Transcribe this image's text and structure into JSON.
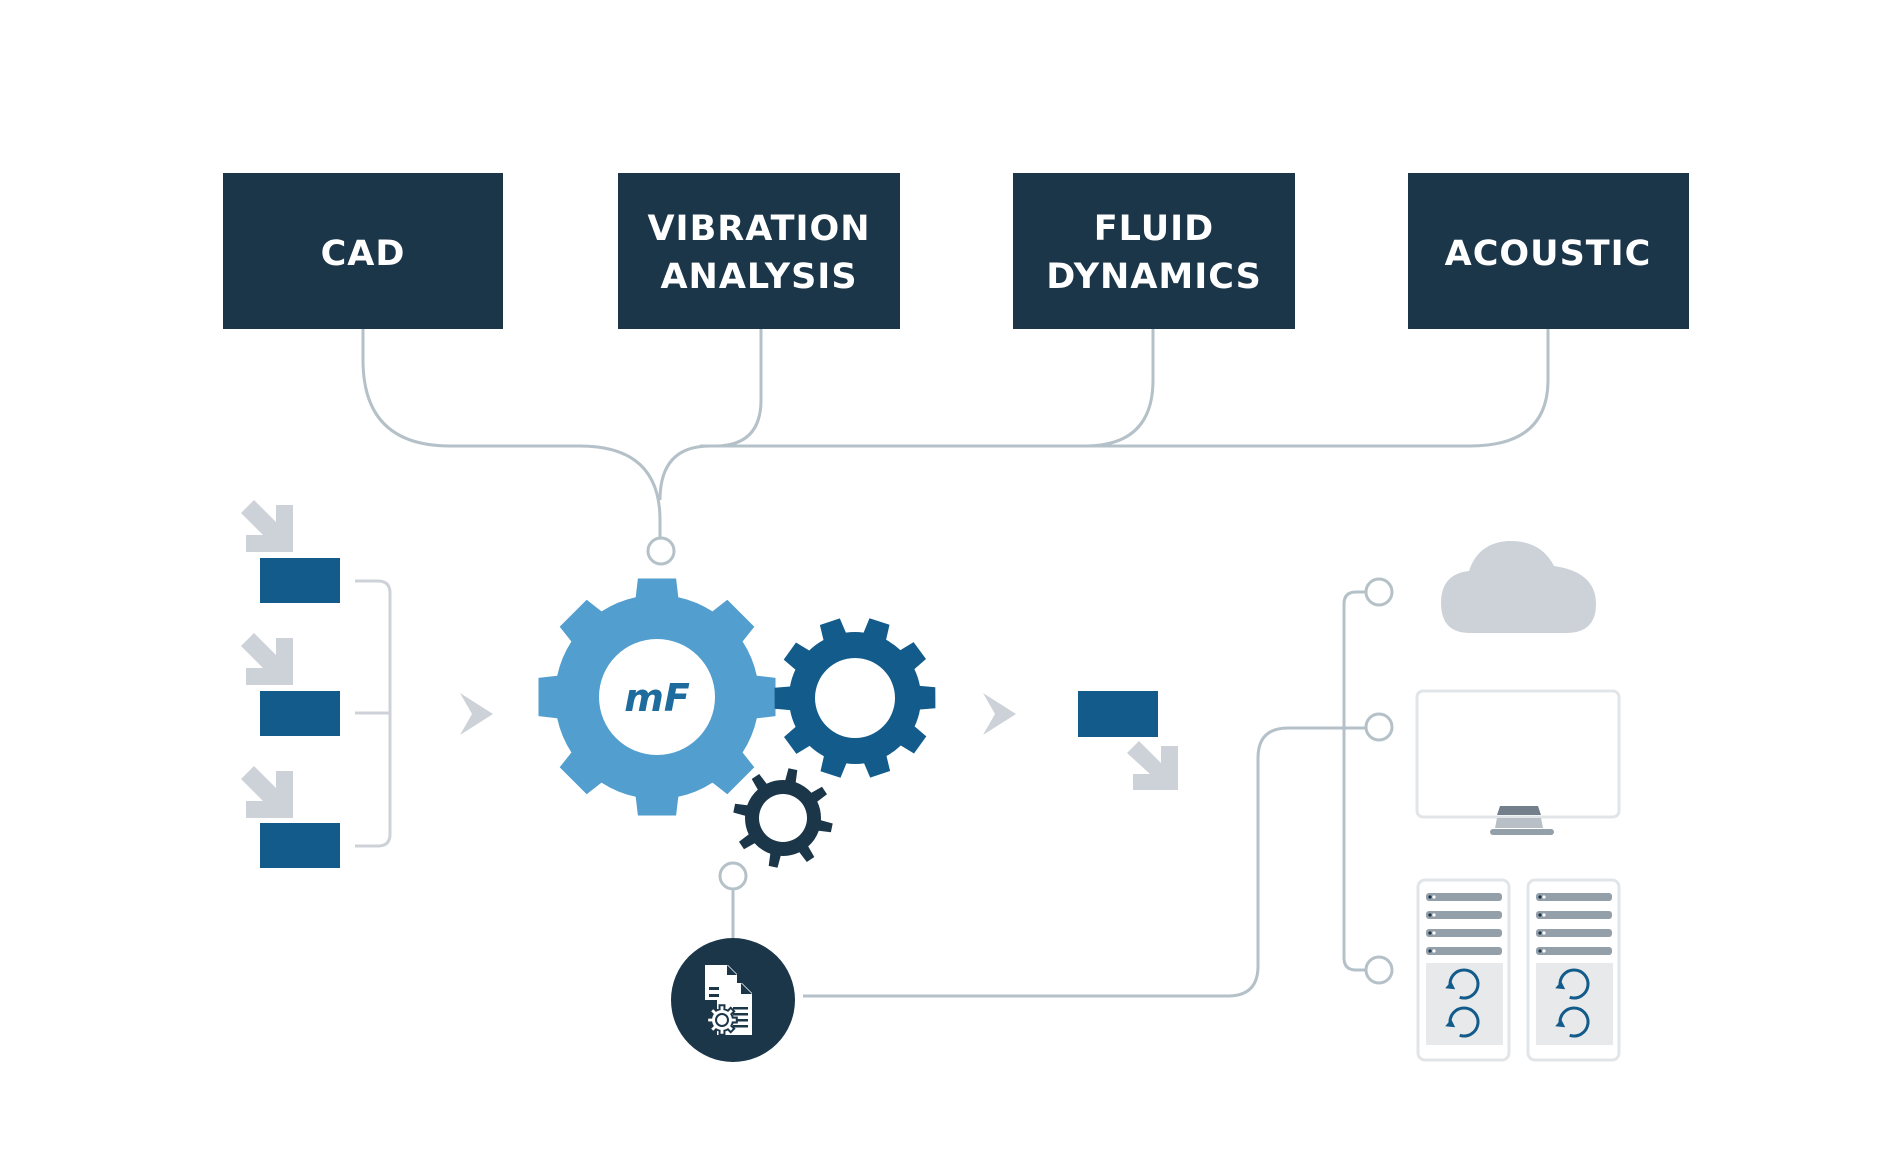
{
  "diagram": {
    "title": "",
    "colors": {
      "dark_navy": "#1b3649",
      "mid_blue": "#125b8a",
      "light_blue": "#529ece",
      "connector_gray": "#b5c1c8",
      "arrow_gray": "#cdd2d8",
      "device_outline": "#e2e5e8",
      "server_bar": "#939fa9",
      "server_panel": "#e8e9eb"
    },
    "source_boxes": [
      {
        "id": "cad",
        "lines": [
          "CAD"
        ]
      },
      {
        "id": "vibration-analysis",
        "lines": [
          "VIBRATION",
          "ANALYSIS"
        ]
      },
      {
        "id": "fluid-dynamics",
        "lines": [
          "FLUID",
          "DYNAMICS"
        ]
      },
      {
        "id": "acoustic",
        "lines": [
          "ACOUSTIC"
        ]
      }
    ],
    "engine": {
      "logo_text": "mF",
      "gears": [
        "main-gear",
        "secondary-gear",
        "small-gear"
      ]
    },
    "inputs": {
      "count": 3,
      "icon": "download-arrow-icon"
    },
    "output": {
      "count": 1,
      "icon": "download-arrow-icon"
    },
    "config_node": {
      "icon": "document-settings-icon"
    },
    "targets": [
      {
        "id": "cloud",
        "icon": "cloud-icon"
      },
      {
        "id": "desktop",
        "icon": "monitor-icon"
      },
      {
        "id": "servers",
        "icon": "server-rack-icon",
        "units": 2,
        "bars_per_unit": 4,
        "sync_icons_per_unit": 2
      }
    ]
  }
}
